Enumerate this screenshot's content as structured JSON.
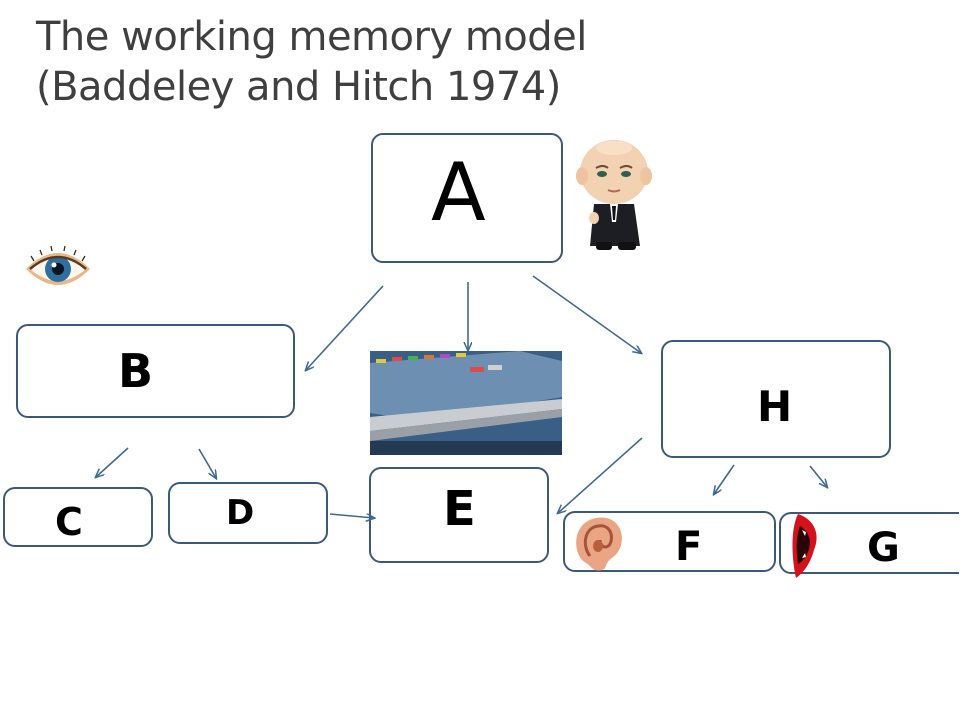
{
  "title": {
    "line1": "The working memory model",
    "line2": "(Baddeley and Hitch 1974)"
  },
  "boxes": {
    "a": "A",
    "b": "B",
    "c": "C",
    "d": "D",
    "e": "E",
    "f": "F",
    "g": "G",
    "h": "H"
  },
  "images": {
    "baby": "boss-baby-picture",
    "eye": "eye-picture",
    "files": "filing-cabinet-picture",
    "ear": "ear-picture",
    "mouth": "mouth-picture"
  },
  "colors": {
    "box_border": "#3a5a78",
    "arrow": "#3f6a8f",
    "title": "#3f3f3f"
  }
}
